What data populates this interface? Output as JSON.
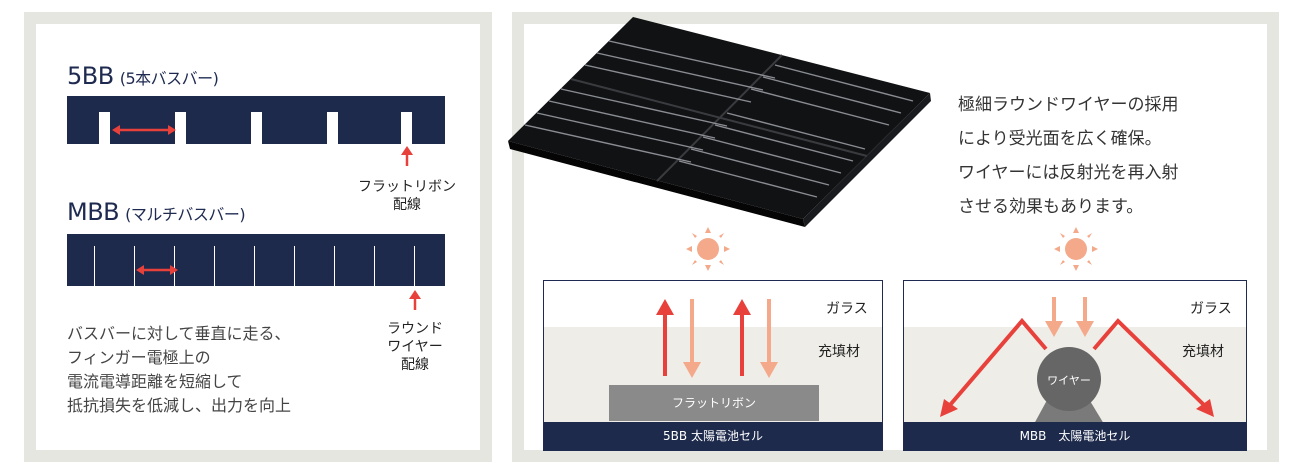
{
  "left": {
    "five_bb": {
      "title": "5BB",
      "subtitle": "(5本バスバー)"
    },
    "ribbon_note": "フラットリボン\n配線",
    "mbb": {
      "title": "MBB",
      "subtitle": "(マルチバスバー)"
    },
    "wire_note": "ラウンド\nワイヤー\n配線",
    "description": "バスバーに対して垂直に走る、\nフィンガー電極上の\n電流電導距離を短縮して\n抵抗損失を低減し、出力を向上"
  },
  "right": {
    "description": "極細ラウンドワイヤーの採用\nにより受光面を広く確保。\nワイヤーには反射光を再入射\nさせる効果もあります。",
    "left_diagram": {
      "glass": "ガラス",
      "filler": "充填材",
      "ribbon": "フラットリボン",
      "base": "5BB 太陽電池セル"
    },
    "right_diagram": {
      "glass": "ガラス",
      "filler": "充填材",
      "wire": "ワイヤー",
      "base": "MBB　太陽電池セル"
    }
  },
  "colors": {
    "navy": "#1e2a4c",
    "arrow_red": "#e8403a",
    "arrow_pale": "#f4a98a",
    "sun": "#f4a98a",
    "frame": "#e6e6e1",
    "filler": "#eeede7"
  }
}
